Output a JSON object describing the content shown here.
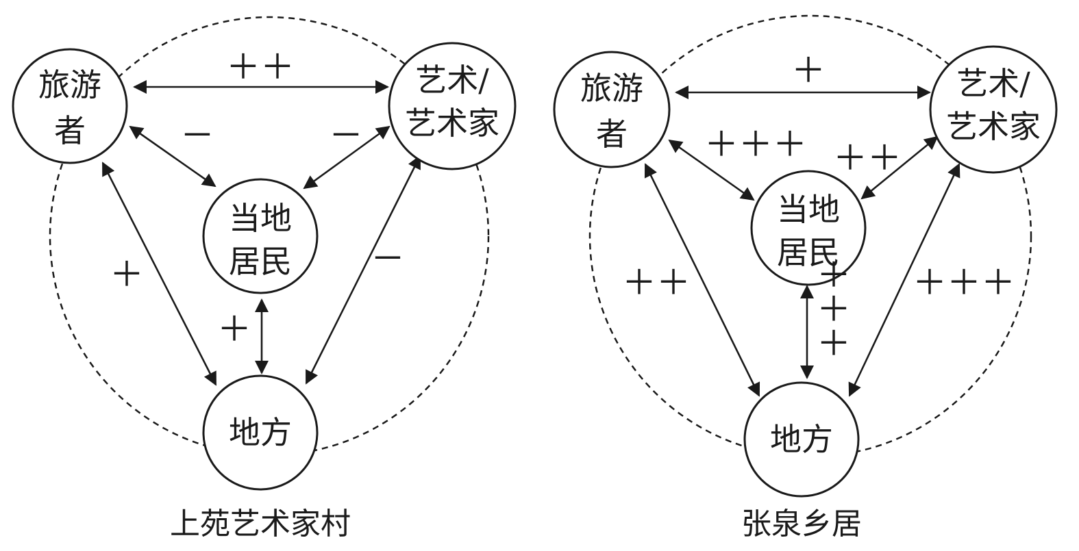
{
  "diagrams": [
    {
      "caption": "上苑艺术家村",
      "nodes": {
        "tourist": [
          "旅游",
          "者"
        ],
        "artist": [
          "艺术/",
          "艺术家"
        ],
        "resident": [
          "当地",
          "居民"
        ],
        "place": [
          "地方"
        ]
      },
      "edges": {
        "tourist_artist": "＋＋",
        "tourist_resident": "－",
        "artist_resident": "－",
        "tourist_place": "＋",
        "artist_place": "－",
        "resident_place": "＋"
      }
    },
    {
      "caption": "张泉乡居",
      "nodes": {
        "tourist": [
          "旅游",
          "者"
        ],
        "artist": [
          "艺术/",
          "艺术家"
        ],
        "resident": [
          "当地",
          "居民"
        ],
        "place": [
          "地方"
        ]
      },
      "edges": {
        "tourist_artist": "＋",
        "tourist_resident": "＋＋＋",
        "artist_resident": "＋＋",
        "tourist_place": "＋＋",
        "artist_place": "＋＋＋",
        "resident_place": "＋＋＋"
      }
    }
  ]
}
